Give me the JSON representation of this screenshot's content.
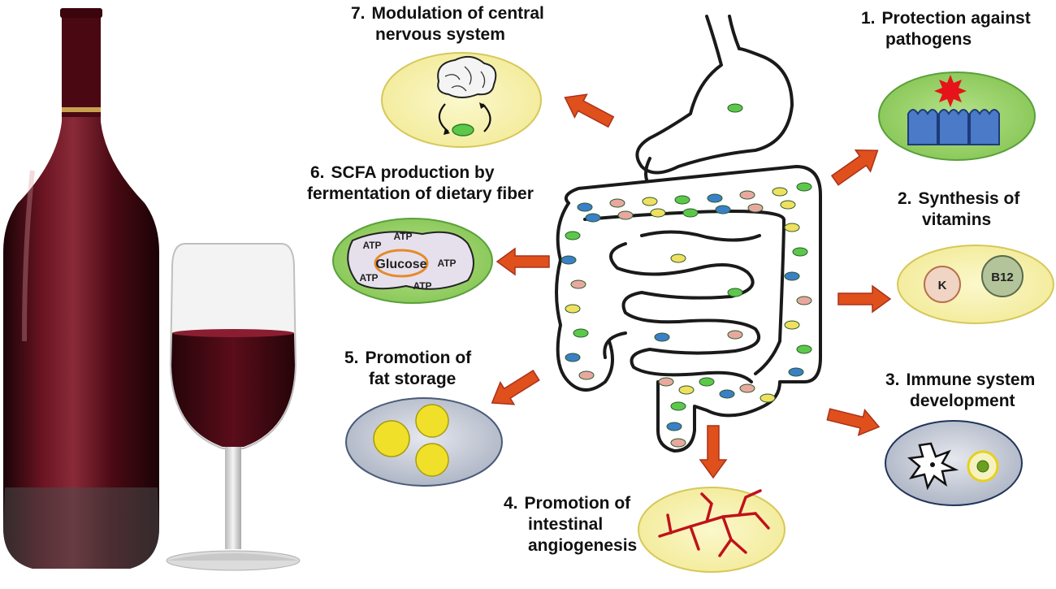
{
  "colors": {
    "wine": "#5a0d1a",
    "arrow_fill": "#e0501c",
    "arrow_stroke": "#a8321a",
    "oval_yellow": "#f7f2a8",
    "oval_green": "#9fd36a",
    "oval_gray": "#c6cbd6",
    "bacteria_green": "#5cc84a",
    "bacteria_blue": "#3a7fc8",
    "bacteria_pink": "#e8a8a0",
    "bacteria_yellow": "#f0e060"
  },
  "labels": {
    "l1": {
      "num": "1.",
      "line1": "Protection against",
      "line2": "pathogens"
    },
    "l2": {
      "num": "2.",
      "line1": "Synthesis of",
      "line2": "vitamins"
    },
    "l3": {
      "num": "3.",
      "line1": "Immune system",
      "line2": "development"
    },
    "l4": {
      "num": "4.",
      "line1": "Promotion of",
      "line2": "intestinal",
      "line3": "angiogenesis"
    },
    "l5": {
      "num": "5.",
      "line1": "Promotion of",
      "line2": "fat storage"
    },
    "l6": {
      "num": "6.",
      "line1": "SCFA production by",
      "line2": "fermentation of dietary fiber"
    },
    "l7": {
      "num": "7.",
      "line1": "Modulation of central",
      "line2": "nervous system"
    }
  },
  "vitamins": {
    "k": "K",
    "b12": "B12"
  },
  "scfa": {
    "glucose": "Glucose",
    "atp": "ATP"
  }
}
